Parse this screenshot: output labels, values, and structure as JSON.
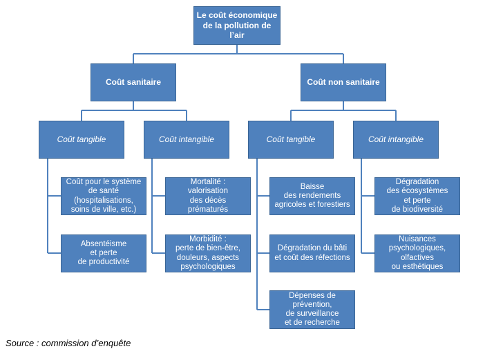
{
  "root": "Le coût économique\nde la pollution de\nl’air",
  "branches": [
    {
      "label": "Coût sanitaire",
      "groups": [
        {
          "label": "Coût tangible",
          "items": [
            "Coût pour le système\nde santé\n(hospitalisations,\nsoins de ville, etc.)",
            "Absentéisme\net perte\nde productivité"
          ]
        },
        {
          "label": "Coût intangible",
          "items": [
            "Mortalité :\nvalorisation\ndes décès\nprématurés",
            "Morbidité :\nperte de bien-être,\ndouleurs, aspects\npsychologiques"
          ]
        }
      ]
    },
    {
      "label": "Coût non sanitaire",
      "groups": [
        {
          "label": "Coût tangible",
          "items": [
            "Baisse\ndes rendements\nagricoles et forestiers",
            "Dégradation du bâti\net coût des réfections",
            "Dépenses de\nprévention,\nde surveillance\net de recherche"
          ]
        },
        {
          "label": "Coût intangible",
          "items": [
            "Dégradation\ndes écosystèmes\net perte\nde biodiversité",
            "Nuisances\npsychologiques,\nolfactives\nou esthétiques"
          ]
        }
      ]
    }
  ],
  "source": "Source : commission d’enquête",
  "colors": {
    "box": "#4f81bd",
    "border": "#3a6595",
    "line": "#4f81bd"
  }
}
